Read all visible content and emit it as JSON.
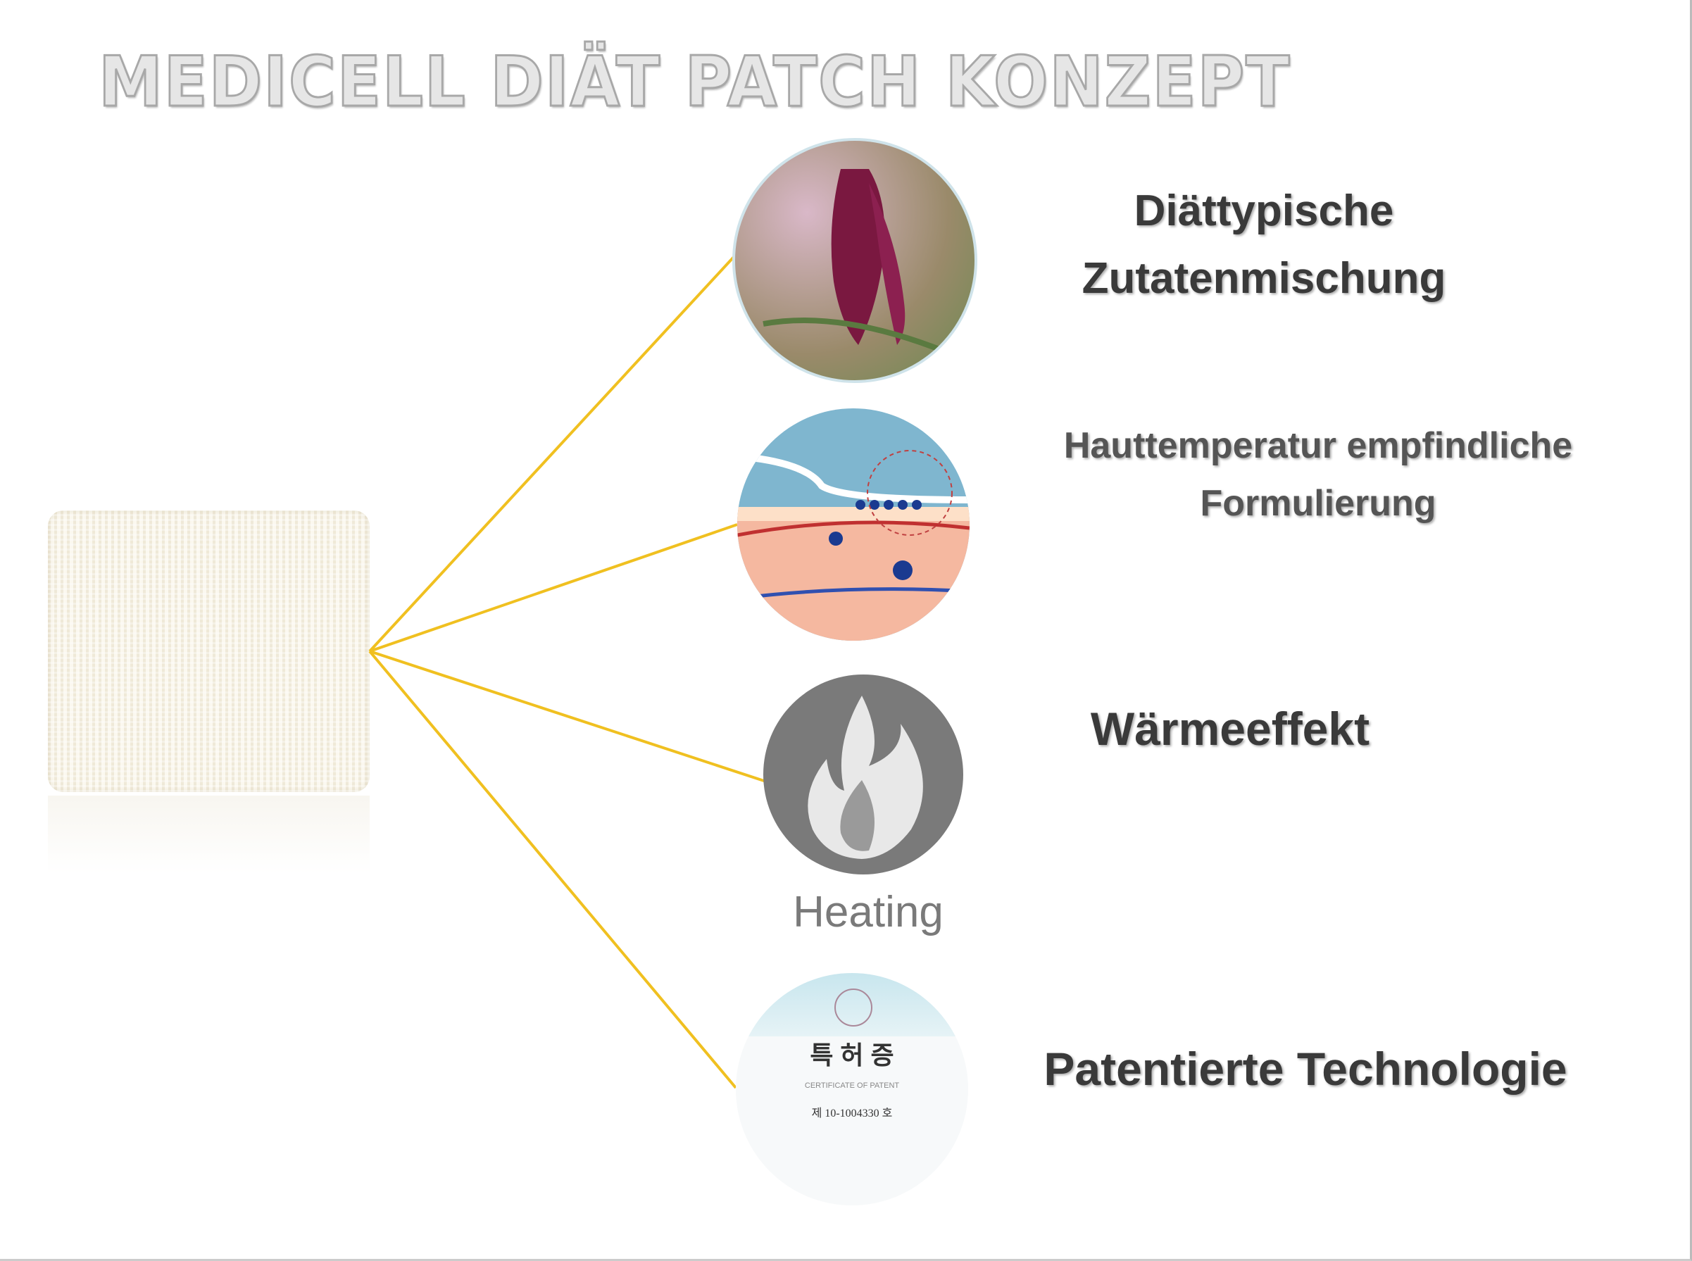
{
  "title": "MEDICELL DIÄT PATCH KONZEPT",
  "features": [
    {
      "line1": "Diättypische",
      "line2": "Zutatenmischung",
      "image": "amaranth-flower"
    },
    {
      "line1": "Hauttemperatur empfindliche",
      "line2": "Formulierung",
      "image": "skin-layer-diagram"
    },
    {
      "line1": "Wärmeeffekt",
      "image": "flame-icon",
      "caption": "Heating"
    },
    {
      "line1": "Patentierte Technologie",
      "image": "patent-certificate",
      "cert": {
        "heading": "특 허 증",
        "sub": "CERTIFICATE OF PATENT",
        "number": "제 10-1004330 호"
      }
    }
  ],
  "colors": {
    "connector": "#f0c020",
    "title": "#a8a8a8",
    "text": "#3a3a3a"
  }
}
